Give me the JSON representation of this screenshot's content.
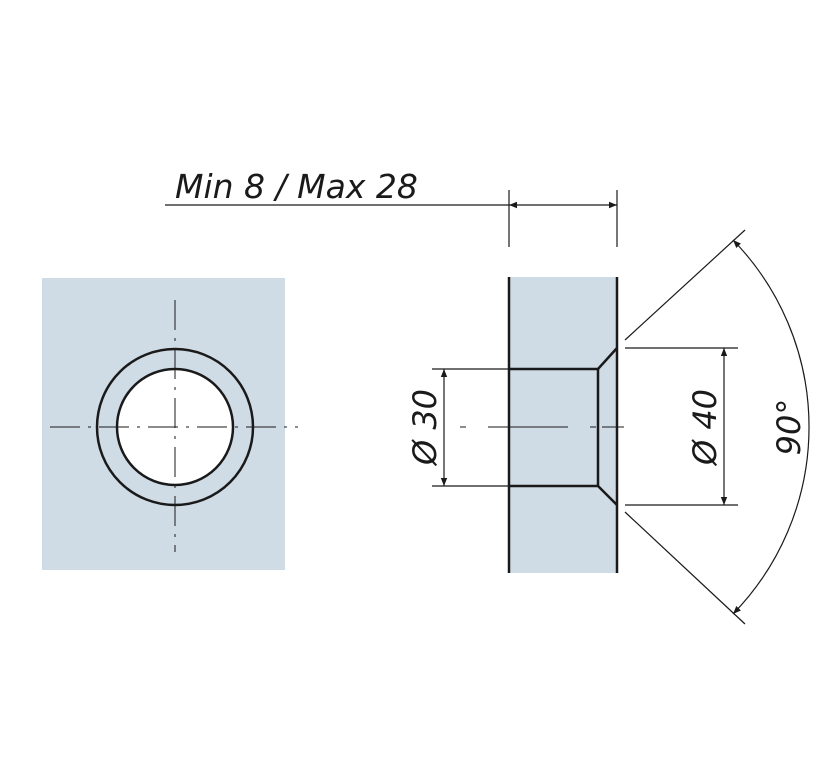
{
  "drawing": {
    "thickness_label": "Min 8 / Max 28",
    "hole_diameter_label": "Ø 30",
    "countersink_diameter_label": "Ø 40",
    "countersink_angle_label": "90°"
  },
  "colors": {
    "material_fill": "#cfdbe5",
    "line": "#1a1a1a"
  }
}
